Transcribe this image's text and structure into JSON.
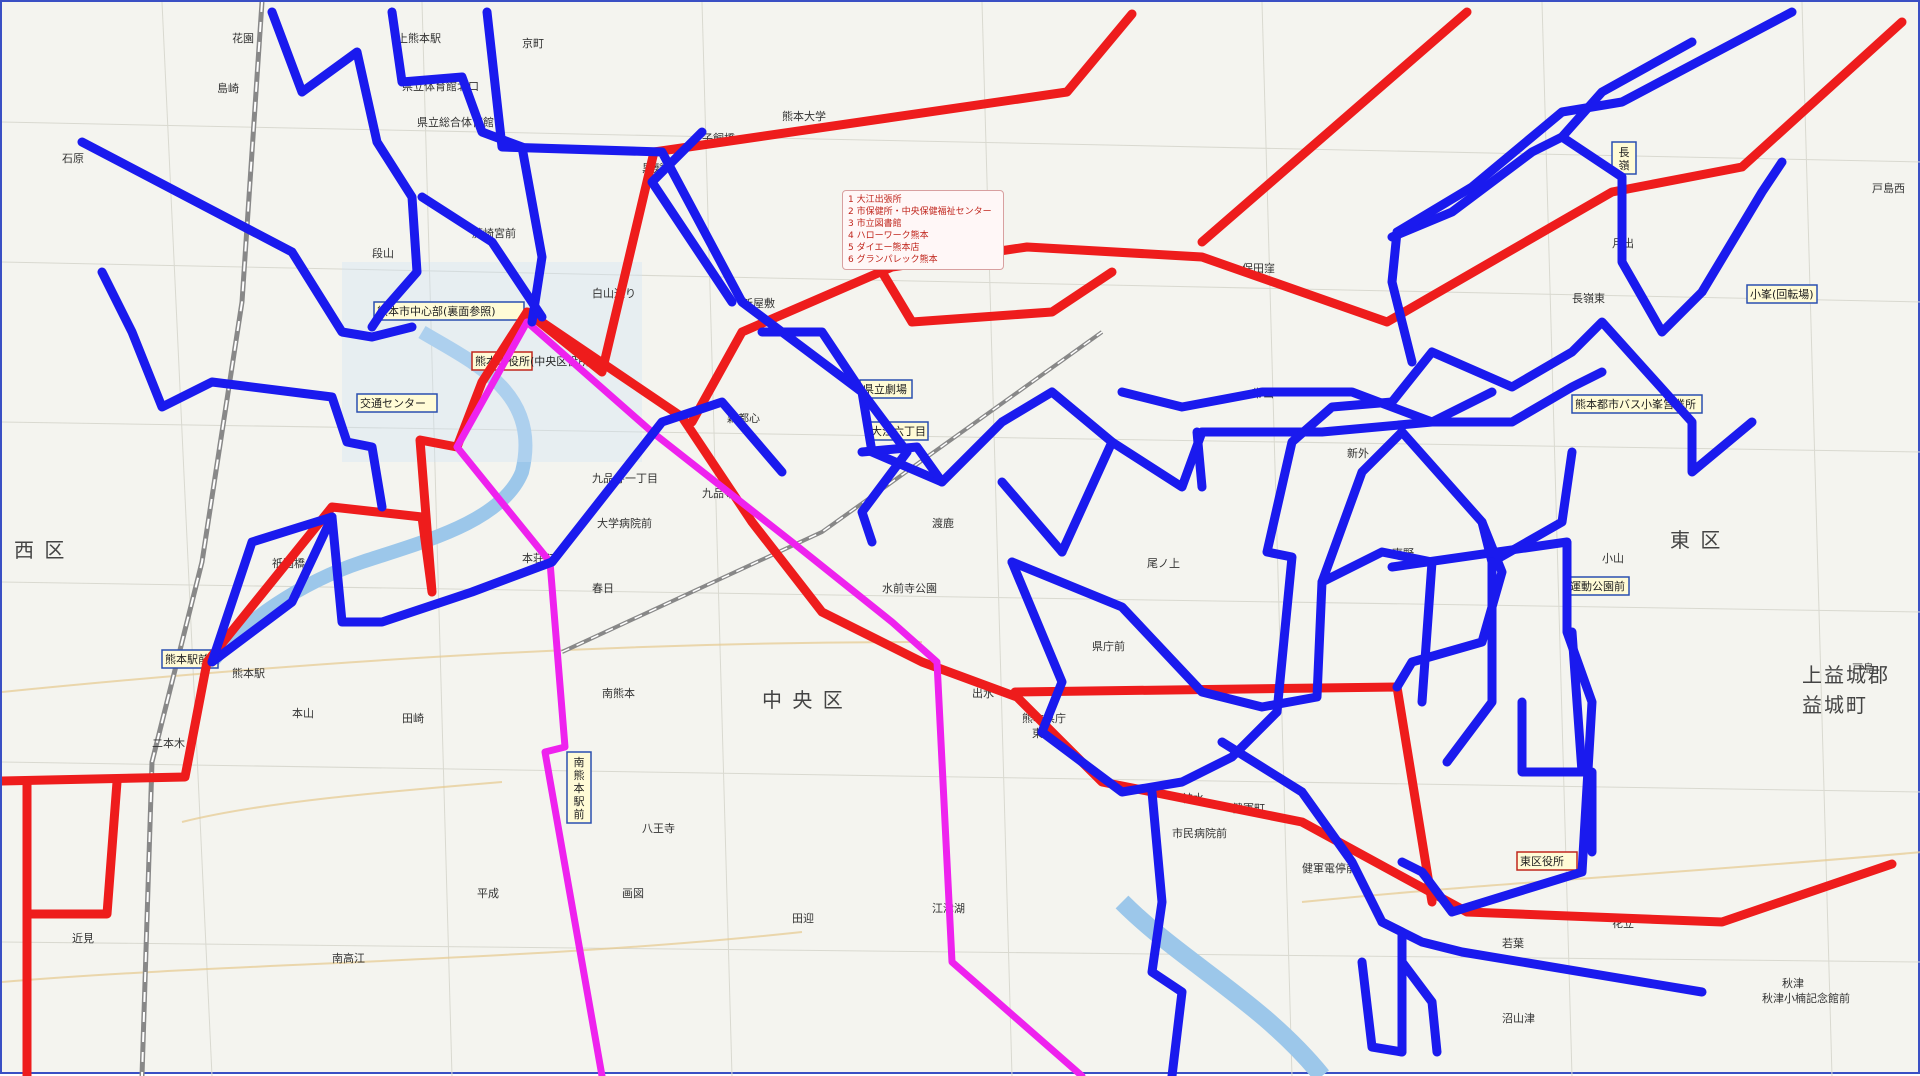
{
  "map": {
    "wards": [
      "西区",
      "中央区",
      "東区"
    ],
    "outer_towns": [
      "上益城郡",
      "益城町"
    ],
    "landmark_boxes": [
      {
        "text": "熊本市中心部(裏面参照)",
        "color": "#2a4fb0"
      },
      {
        "text": "交通センター",
        "color": "#2a4fb0"
      },
      {
        "text": "熊本市役所(中央区役所)",
        "color": "#c0261d"
      },
      {
        "text": "県立劇場",
        "color": "#2a4fb0"
      },
      {
        "text": "大江六丁目",
        "color": "#2a4fb0"
      },
      {
        "text": "東区役所",
        "color": "#c0261d"
      },
      {
        "text": "熊本駅前",
        "color": "#2a4fb0"
      },
      {
        "text": "小峯(回転場)",
        "color": "#2a4fb0"
      },
      {
        "text": "熊本都市バス小峯営業所",
        "color": "#2a4fb0"
      },
      {
        "text": "南熊本駅前",
        "color": "#2a4fb0"
      },
      {
        "text": "長嶺",
        "color": "#2a4fb0"
      },
      {
        "text": "運動公園前",
        "color": "#2a4fb0"
      }
    ],
    "place_labels": [
      "上熊本駅",
      "県立体育館北口",
      "県立総合体育館",
      "京町",
      "熊本大学",
      "子飼橋",
      "黒髪",
      "藤崎宮前",
      "白山通り",
      "新屋敷",
      "森都心",
      "九品寺一丁目",
      "大学病院前",
      "本荘町",
      "水前寺公園",
      "出水",
      "八王寺",
      "江津湖",
      "健軍町",
      "健軍電停前",
      "東町",
      "県庁前",
      "熊本県庁",
      "神水",
      "市民病院前",
      "尾ノ上",
      "新外",
      "長嶺東",
      "月出",
      "小山",
      "戸島",
      "石原",
      "秋津",
      "画図",
      "田迎",
      "平成",
      "南高江",
      "近見",
      "島崎",
      "花園",
      "段山",
      "祇園橋",
      "二本木",
      "田崎",
      "春日",
      "熊本駅",
      "本山",
      "南熊本",
      "九品寺",
      "渡鹿",
      "保田窪",
      "帯山",
      "東野",
      "若葉",
      "花立",
      "戸島西",
      "沼山津",
      "秋津小楠記念館前"
    ],
    "legend": [
      "1 大江出張所",
      "2 市保健所・中央保健福祉センター",
      "3 市立図書館",
      "4 ハローワーク熊本",
      "5 ダイエー熊本店",
      "6 グランパレック熊本"
    ],
    "line_colors": {
      "red_route": "#ee1c1c",
      "blue_route": "#1a1aee",
      "magenta_route": "#ee22ee"
    }
  }
}
